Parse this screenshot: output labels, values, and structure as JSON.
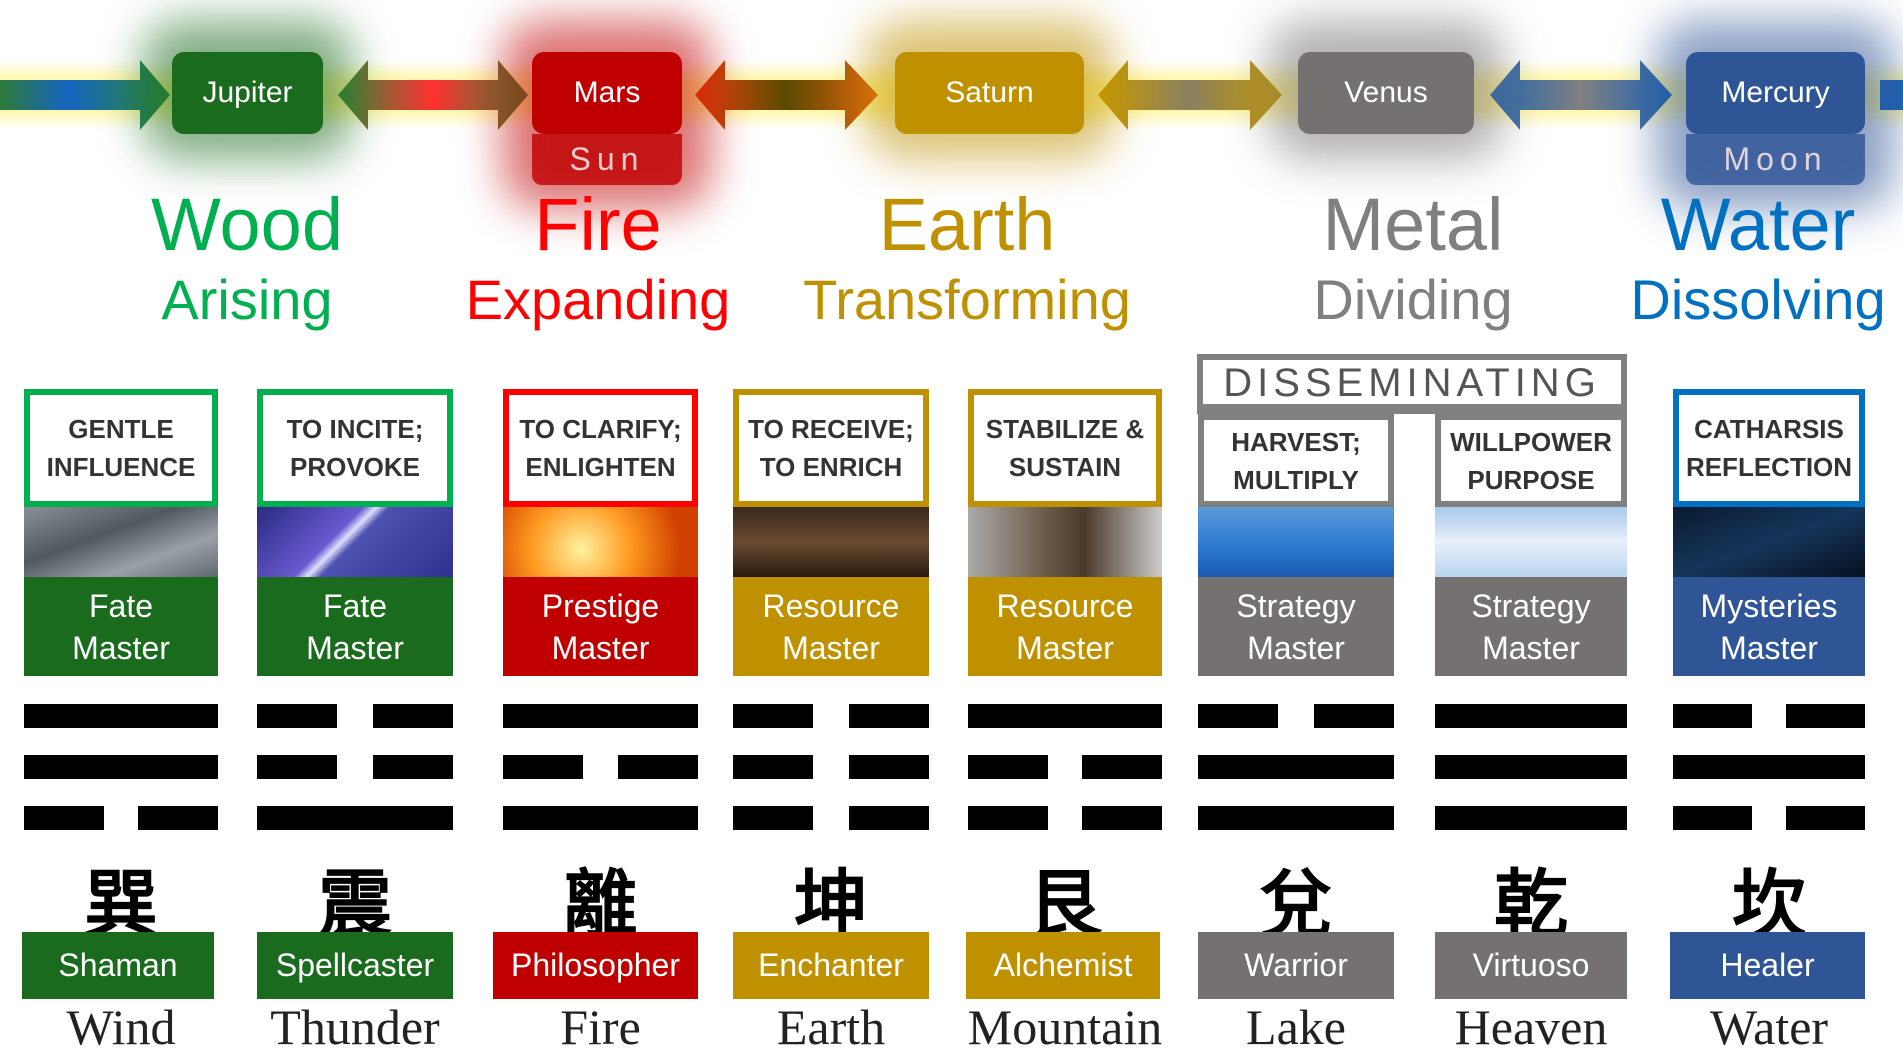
{
  "colors": {
    "wood": "#1b6b1f",
    "wood_text": "#00b050",
    "fire": "#c00000",
    "fire_text": "#ff0000",
    "earth": "#bf9000",
    "earth_text": "#bf9000",
    "metal": "#767171",
    "metal_text": "#7f7f7f",
    "water": "#2f5597",
    "water_text": "#0070c0"
  },
  "planets": [
    {
      "name": "Jupiter",
      "element": "Wood",
      "motion": "Arising",
      "key": "wood"
    },
    {
      "name": "Mars",
      "sub": "Sun",
      "element": "Fire",
      "motion": "Expanding",
      "key": "fire"
    },
    {
      "name": "Saturn",
      "element": "Earth",
      "motion": "Transforming",
      "key": "earth"
    },
    {
      "name": "Venus",
      "element": "Metal",
      "motion": "Dividing",
      "key": "metal"
    },
    {
      "name": "Mercury",
      "sub": "Moon",
      "element": "Water",
      "motion": "Dissolving",
      "key": "water"
    }
  ],
  "group_header": "DISSEMINATING",
  "columns": [
    {
      "verb": [
        "GENTLE",
        "INFLUENCE"
      ],
      "master": [
        "Fate",
        "Master"
      ],
      "lines": [
        1,
        1,
        0
      ],
      "char": "巽",
      "label": "Shaman",
      "word": "Wind",
      "key": "wood",
      "img": "storm"
    },
    {
      "verb": [
        "TO INCITE;",
        "PROVOKE"
      ],
      "master": [
        "Fate",
        "Master"
      ],
      "lines": [
        0,
        0,
        1
      ],
      "char": "震",
      "label": "Spellcaster",
      "word": "Thunder",
      "key": "wood",
      "img": "lightning"
    },
    {
      "verb": [
        "TO CLARIFY;",
        "ENLIGHTEN"
      ],
      "master": [
        "Prestige",
        "Master"
      ],
      "lines": [
        1,
        0,
        1
      ],
      "char": "離",
      "label": "Philosopher",
      "word": "Fire",
      "key": "fire",
      "img": "flames"
    },
    {
      "verb": [
        "TO RECEIVE;",
        "TO ENRICH"
      ],
      "master": [
        "Resource",
        "Master"
      ],
      "lines": [
        0,
        0,
        0
      ],
      "char": "坤",
      "label": "Enchanter",
      "word": "Earth",
      "key": "earth",
      "img": "soil"
    },
    {
      "verb": [
        "STABILIZE &",
        "SUSTAIN"
      ],
      "master": [
        "Resource",
        "Master"
      ],
      "lines": [
        1,
        0,
        0
      ],
      "char": "艮",
      "label": "Alchemist",
      "word": "Mountain",
      "key": "earth",
      "img": "rock"
    },
    {
      "verb": [
        "HARVEST;",
        "MULTIPLY"
      ],
      "master": [
        "Strategy",
        "Master"
      ],
      "lines": [
        0,
        1,
        1
      ],
      "char": "兌",
      "label": "Warrior",
      "word": "Lake",
      "key": "metal",
      "img": "lake"
    },
    {
      "verb": [
        "WILLPOWER",
        "PURPOSE"
      ],
      "master": [
        "Strategy",
        "Master"
      ],
      "lines": [
        1,
        1,
        1
      ],
      "char": "乾",
      "label": "Virtuoso",
      "word": "Heaven",
      "key": "metal",
      "img": "sky"
    },
    {
      "verb": [
        "CATHARSIS",
        "REFLECTION"
      ],
      "master": [
        "Mysteries",
        "Master"
      ],
      "lines": [
        0,
        1,
        0
      ],
      "char": "坎",
      "label": "Healer",
      "word": "Water",
      "key": "water",
      "img": "deep"
    }
  ]
}
